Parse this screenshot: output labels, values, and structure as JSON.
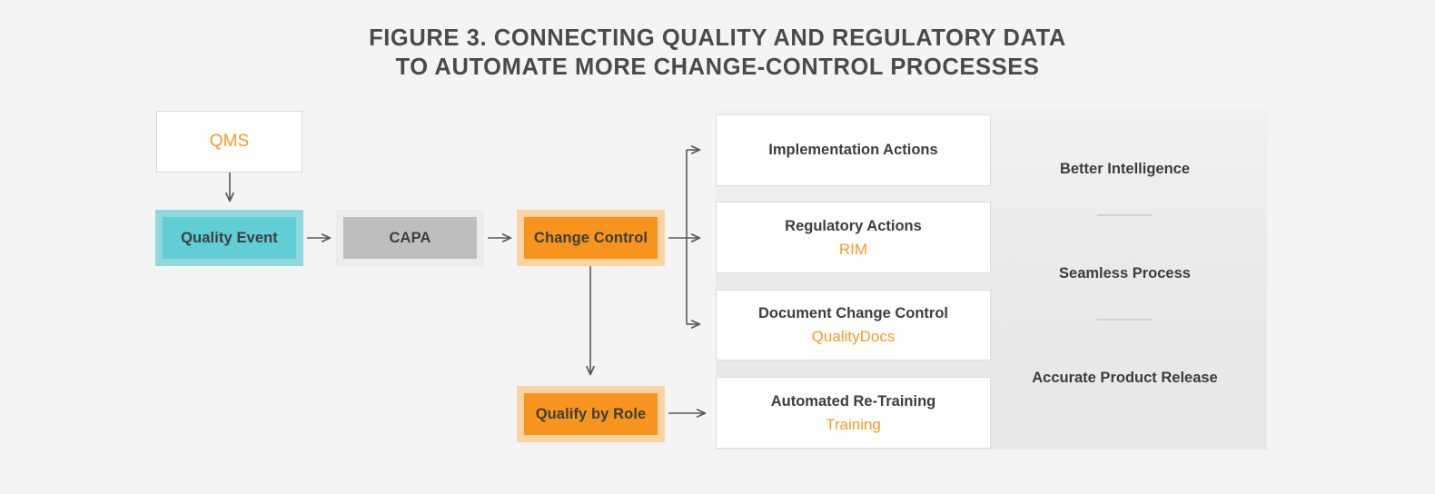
{
  "figure": {
    "title_line1": "Figure 3. Connecting Quality and Regulatory Data",
    "title_line2": "to Automate More Change-Control Processes"
  },
  "flow": {
    "source_system": {
      "label": "QMS"
    },
    "steps": [
      {
        "label": "Quality Event"
      },
      {
        "label": "CAPA"
      },
      {
        "label": "Change Control"
      },
      {
        "label": "Qualify by Role"
      }
    ]
  },
  "outcomes": [
    {
      "title": "Implementation Actions",
      "app": ""
    },
    {
      "title": "Regulatory Actions",
      "app": "RIM"
    },
    {
      "title": "Document Change Control",
      "app": "QualityDocs"
    },
    {
      "title": "Automated Re-Training",
      "app": "Training"
    }
  ],
  "benefits": [
    {
      "label": "Better Intelligence"
    },
    {
      "label": "Seamless Process"
    },
    {
      "label": "Accurate Product Release"
    }
  ],
  "colors": {
    "background": "#f4f4f4",
    "accent_orange": "#f7941e",
    "accent_orange_text": "#f99a21",
    "accent_orange_light": "#fbd3a4",
    "teal": "#61cdd5",
    "teal_light": "#8fd9de",
    "gray": "#bebebe",
    "gray_light": "#ececec",
    "text_dark": "#3d3d3d",
    "panel": "#e8e9ea",
    "connector": "#58595b"
  }
}
